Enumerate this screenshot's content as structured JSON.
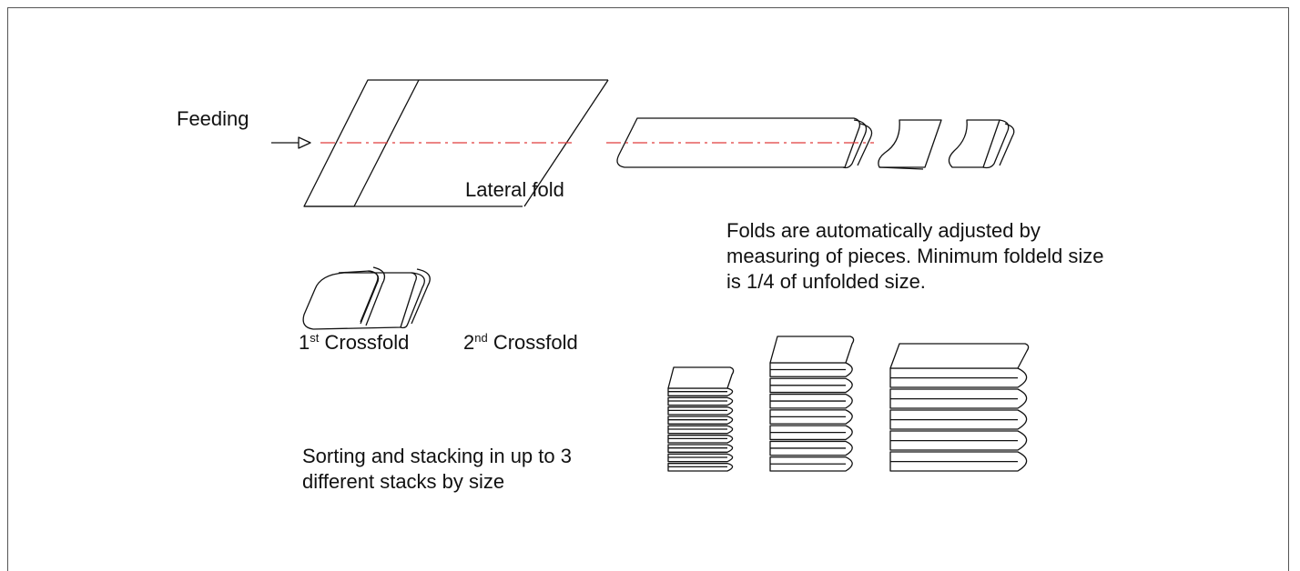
{
  "labels": {
    "feeding": "Feeding",
    "lateral_fold": "Lateral fold",
    "crossfold_1_num": "1",
    "crossfold_1_sup": "st",
    "crossfold_1_text": " Crossfold",
    "crossfold_2_num": "2",
    "crossfold_2_sup": "nd",
    "crossfold_2_text": " Crossfold"
  },
  "notes": {
    "folds": "Folds are automatically adjusted by measuring of pieces. Minimum foldeld size is 1/4 of unfolded size.",
    "sorting": "Sorting and stacking in up to 3 different stacks by size"
  },
  "colors": {
    "fold_axis": "#e03c3c",
    "outline": "#111111"
  },
  "icons": {
    "feed": "arrow-right-icon"
  },
  "stacks": [
    {
      "name": "small",
      "sheets": 9
    },
    {
      "name": "medium",
      "sheets": 7
    },
    {
      "name": "large",
      "sheets": 5
    }
  ]
}
